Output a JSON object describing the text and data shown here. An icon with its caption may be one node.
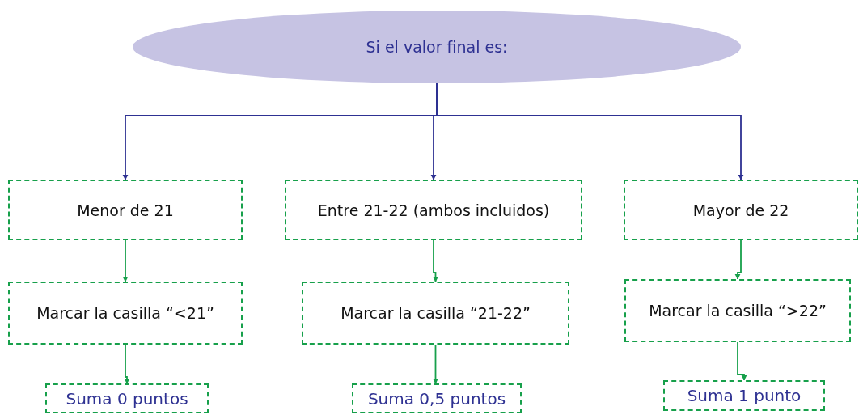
{
  "diagram": {
    "nodes": [
      {
        "text": [
          "Si el valor final es:"
        ]
      },
      {
        "text": [
          "Menor de 21"
        ]
      },
      {
        "text": [
          "Entre 21-22 (ambos incluidos)"
        ]
      },
      {
        "text": [
          "Mayor de 22"
        ]
      },
      {
        "text": [
          "Marcar la casilla “<21”"
        ]
      },
      {
        "text": [
          "Marcar la casilla “21-22”"
        ]
      },
      {
        "text": [
          "Marcar la casilla “>22”"
        ]
      },
      {
        "text": [
          "Suma 0 puntos"
        ]
      },
      {
        "text": [
          "Suma 0,5 puntos"
        ]
      },
      {
        "text": [
          "Suma 1 punto"
        ]
      }
    ],
    "edges": [
      {
        "from": 0,
        "to": 1,
        "arrow": "to",
        "color": "#2e3192"
      },
      {
        "from": 0,
        "to": 2,
        "arrow": "to",
        "color": "#2e3192"
      },
      {
        "from": 0,
        "to": 3,
        "arrow": "to",
        "color": "#2e3192"
      },
      {
        "from": 1,
        "to": 4,
        "arrow": "to"
      },
      {
        "from": 2,
        "to": 5,
        "arrow": "to"
      },
      {
        "from": 3,
        "to": 6,
        "arrow": "to"
      },
      {
        "from": 4,
        "to": 7,
        "arrow": "to"
      },
      {
        "from": 5,
        "to": 8,
        "arrow": "to"
      },
      {
        "from": 6,
        "to": 9,
        "arrow": "to"
      }
    ]
  }
}
